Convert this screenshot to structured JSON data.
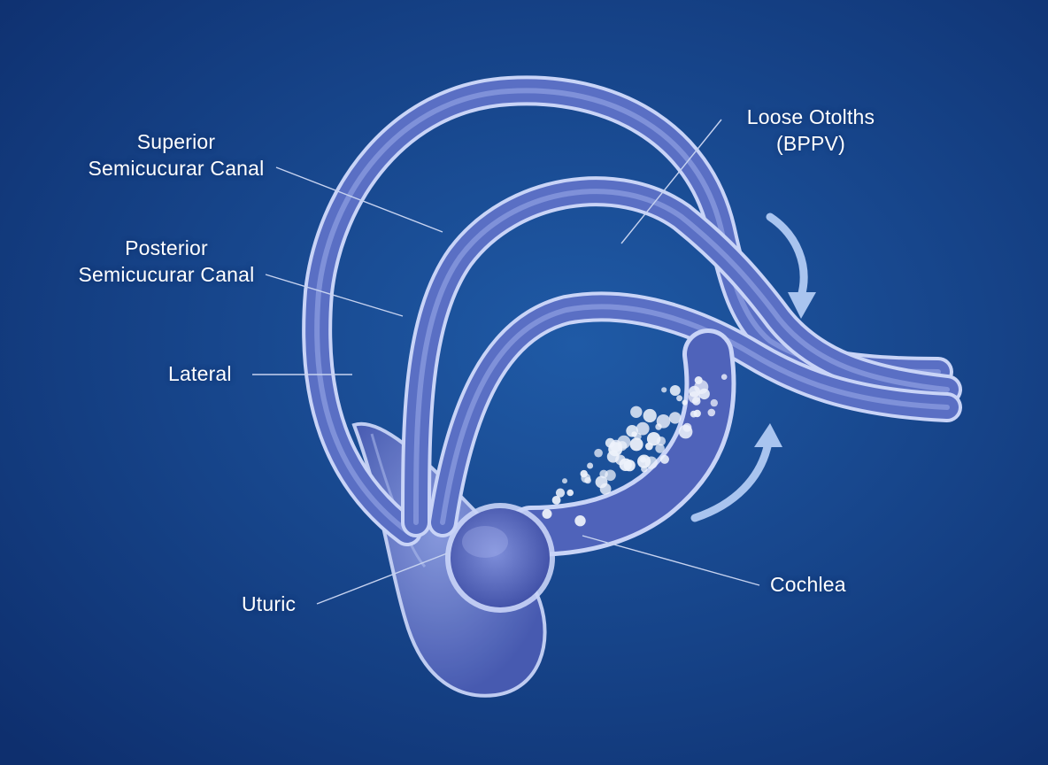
{
  "labels": {
    "superior": {
      "line1": "Superior",
      "line2": "Semicucurar Canal"
    },
    "posterior": {
      "line1": "Posterior",
      "line2": "Semicucurar Canal"
    },
    "lateral": "Lateral",
    "utricle": "Uturic",
    "otoliths": {
      "line1": "Loose Otolths",
      "line2": "(BPPV)"
    },
    "cochlea": "Cochlea"
  },
  "colors": {
    "background_center": "#1f5aa6",
    "background_edge": "#0e2f6e",
    "canal_fill": "#5a6fc4",
    "canal_rim": "#c9d4f7",
    "otolith": "#eef2fb",
    "arrow": "#a9c4ef",
    "leader_line": "#c7d3f0"
  },
  "icons": [
    "curved-arrow-down-icon",
    "curved-arrow-up-icon"
  ]
}
